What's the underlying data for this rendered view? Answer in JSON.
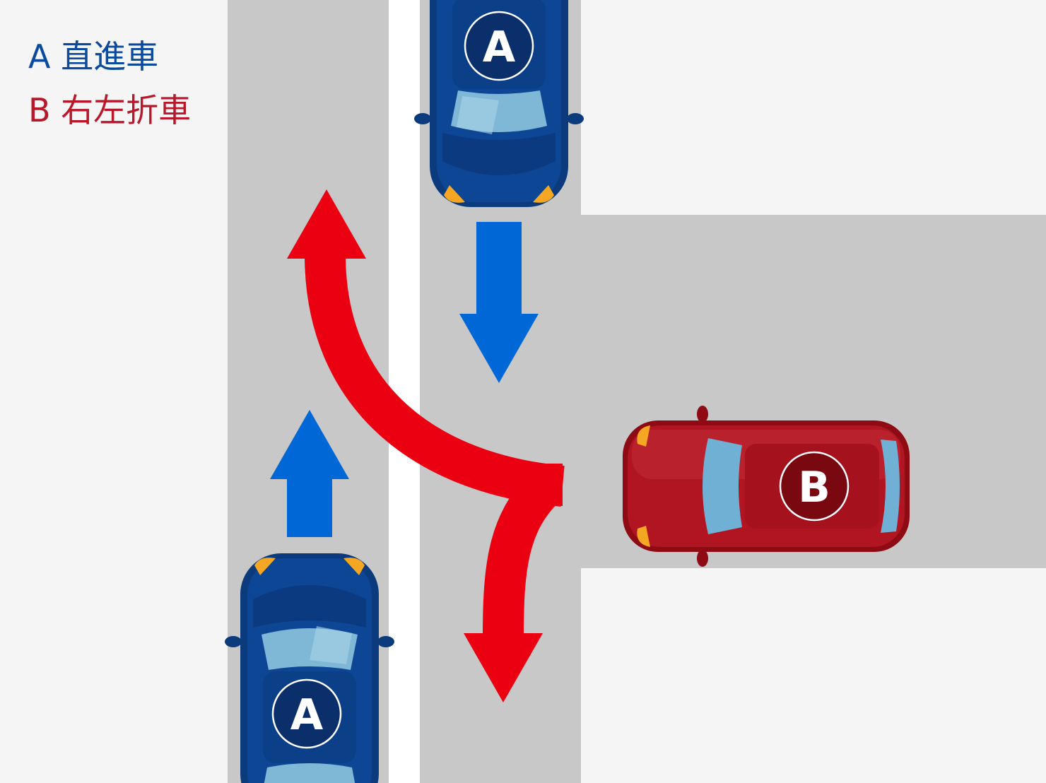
{
  "legend": {
    "items": [
      {
        "text": "A 直進車",
        "color": "#0b4a9c"
      },
      {
        "text": "B 右左折車",
        "color": "#b8182a"
      }
    ]
  },
  "cars": {
    "a_top": {
      "label": "A",
      "color": "#0b4a9c"
    },
    "a_bottom": {
      "label": "A",
      "color": "#0b4a9c"
    },
    "b_right": {
      "label": "B",
      "color": "#b0101e"
    }
  },
  "colors": {
    "background": "#f5f5f5",
    "road": "#c8c8c8",
    "center_line": "#ffffff",
    "straight_arrow": "#0068d6",
    "turn_arrow": "#eb0012"
  }
}
